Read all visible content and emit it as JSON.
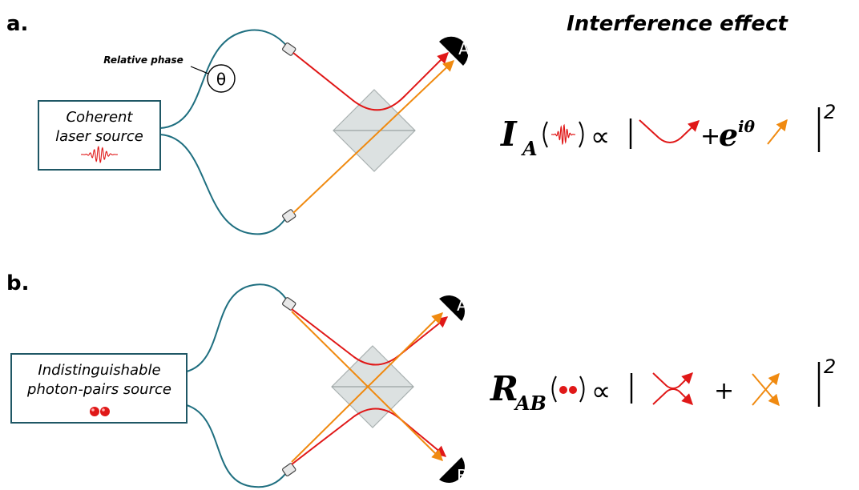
{
  "panel_a": {
    "label": "a.",
    "heading": "Interference effect",
    "phase_label": "Relative phase",
    "phase_symbol": "θ",
    "source_line1": "Coherent",
    "source_line2": "laser source",
    "detector": "A",
    "formula": {
      "symbol": "I",
      "subscript": "A",
      "plus": "+",
      "e": "e",
      "exponent": "iθ",
      "proportional": "∝",
      "bar": "|",
      "power": "2"
    }
  },
  "panel_b": {
    "label": "b.",
    "source_line1": "Indistinguishable",
    "source_line2": "photon-pairs source",
    "detector_top": "A",
    "detector_bottom": "B",
    "formula": {
      "symbol": "R",
      "subscript": "AB",
      "plus": "+",
      "proportional": "∝",
      "bar": "|",
      "power": "2"
    }
  },
  "colors": {
    "fiber": "#1f6f80",
    "red_path": "#e01818",
    "orange_path": "#f08a10",
    "splitter_fill": "#d6dcdc",
    "splitter_stroke": "#a9b1b1",
    "detector": "#000000"
  }
}
